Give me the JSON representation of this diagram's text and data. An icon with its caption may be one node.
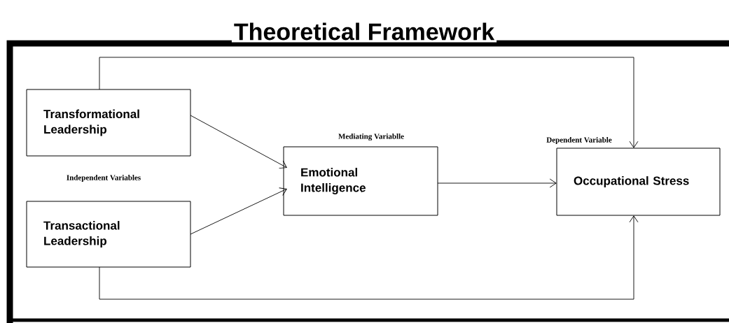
{
  "diagram": {
    "title": "Theoretical Framework",
    "nodes": [
      {
        "text": [
          "Transformational Leadership"
        ]
      },
      {
        "text": [
          "Transactional Leadership"
        ]
      },
      {
        "text": [
          "Emotional Intelligence"
        ],
        "beside": [
          "Mediating Variablle"
        ]
      },
      {
        "text": [
          "Occupational Stress"
        ],
        "beside": [
          "Dependent Variable"
        ]
      }
    ],
    "edges": [
      {
        "from": 0,
        "to": 2,
        "arrow": "to"
      },
      {
        "from": 1,
        "to": 2,
        "arrow": "to"
      },
      {
        "from": 2,
        "to": 3,
        "arrow": "to"
      },
      {
        "from": 0,
        "to": 3,
        "arrow": "to"
      },
      {
        "from": 1,
        "to": 3,
        "arrow": "to"
      }
    ],
    "labels": [
      "Independent Variables"
    ]
  }
}
